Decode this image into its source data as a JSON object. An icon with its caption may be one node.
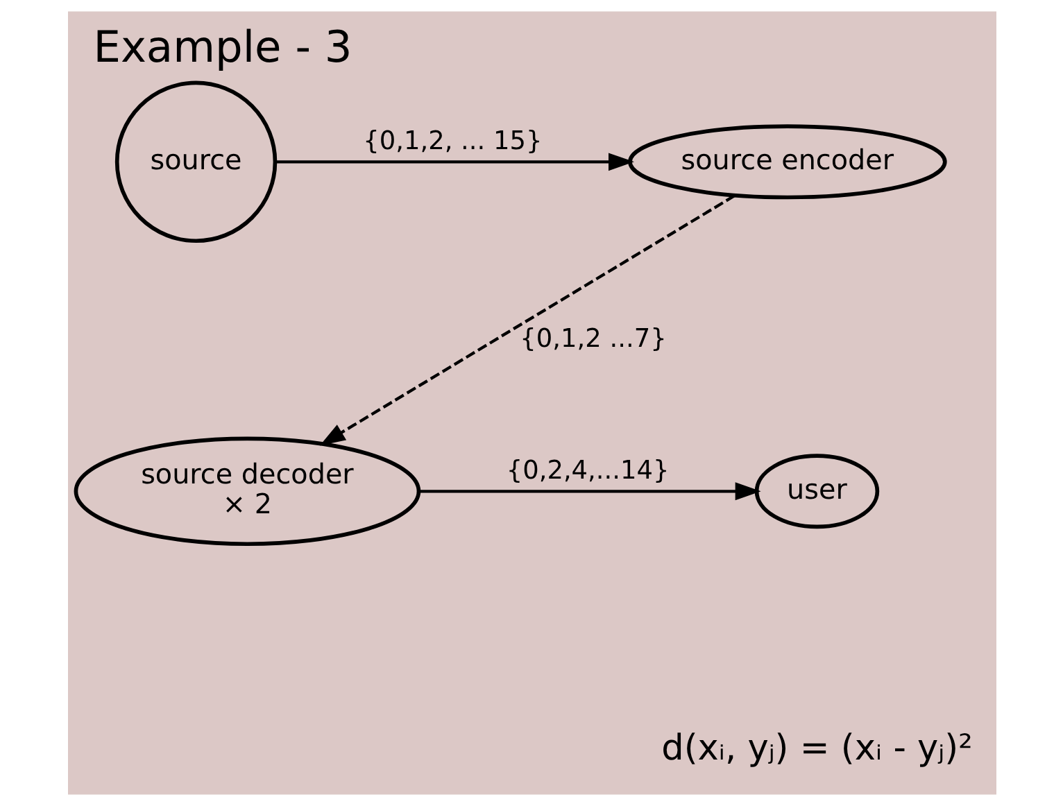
{
  "diagram": {
    "title": "Example - 3",
    "nodes": [
      {
        "text": [
          "source"
        ]
      },
      {
        "text": [
          "source encoder"
        ]
      },
      {
        "text": [
          "user"
        ]
      },
      {
        "text": [
          "source decoder",
          "× 2"
        ]
      }
    ],
    "edges": [
      {
        "from": 0,
        "to": 1,
        "arrow": "to",
        "label": "{0,1,2, ... 15}"
      },
      {
        "from": 1,
        "to": 3,
        "arrow": "to",
        "style": "dashed",
        "label": "{0,1,2 ...7}"
      },
      {
        "from": 3,
        "to": 2,
        "arrow": "to",
        "label": "{0,2,4,...14}"
      }
    ],
    "labels": [
      "d(xᵢ, yⱼ) = (xᵢ - yⱼ)²"
    ]
  }
}
